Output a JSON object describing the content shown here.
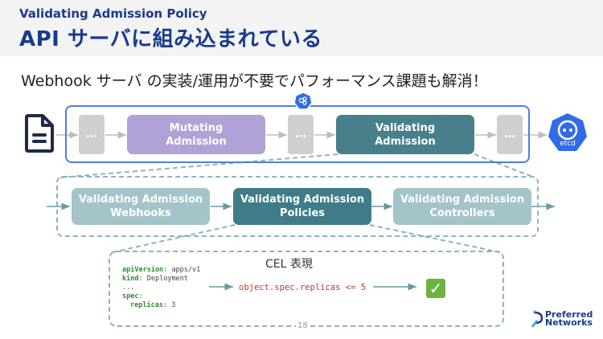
{
  "header": {
    "subtitle": "Validating Admission Policy",
    "title": "API サーバに組み込まれている"
  },
  "lead": "Webhook サーバ の実装/運用が不要でパフォーマンス課題も解消！",
  "pipeline": {
    "input_icon": "document-icon",
    "api_server_icon": "kubernetes-api-icon",
    "stages": [
      {
        "label": "…"
      },
      {
        "label": "Mutating\nAdmission"
      },
      {
        "label": "…"
      },
      {
        "label": "Validating\nAdmission"
      },
      {
        "label": "…"
      }
    ],
    "storage": {
      "icon": "etcd-icon",
      "label": "etcd"
    }
  },
  "validating_detail": {
    "stages": [
      {
        "label_line1": "Validating Admission",
        "label_line2": "Webhooks"
      },
      {
        "label_line1": "Validating Admission",
        "label_line2": "Policies"
      },
      {
        "label_line1": "Validating Admission",
        "label_line2": "Controllers"
      }
    ]
  },
  "cel": {
    "label": "CEL 表現",
    "yaml": [
      {
        "key": "apiVersion",
        "value": "apps/v1",
        "indent": 0
      },
      {
        "key": "kind",
        "value": "Deployment",
        "indent": 0
      },
      {
        "key": "",
        "value": "...",
        "indent": 0
      },
      {
        "key": "spec",
        "value": "",
        "indent": 0
      },
      {
        "key": "replicas",
        "value": "3",
        "indent": 1
      }
    ],
    "expression": "object.spec.replicas <= 5",
    "result_icon": "check-mark-icon",
    "result": "✓"
  },
  "footer": {
    "page_number": "18",
    "logo_line1": "Preferred",
    "logo_line2": "Networks"
  },
  "colors": {
    "title": "#1a3a8c",
    "mutating": "#b0a2d6",
    "validating": "#477f8b",
    "validating_light": "#a4c4c9",
    "api_frame": "#4d7fdb",
    "dash": "#8db4ba",
    "cel_expr": "#c0392b",
    "check": "#6cb33f"
  }
}
